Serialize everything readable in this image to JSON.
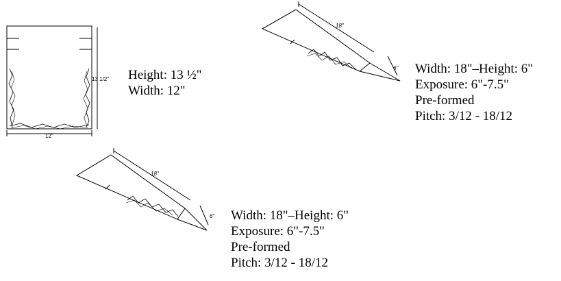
{
  "flat_piece": {
    "dim_side": "13 1/2\"",
    "dim_bottom": "12\"",
    "spec": {
      "height": "Height: 13 ½\"",
      "width": "Width: 12\""
    }
  },
  "ridge_top": {
    "dim_length": "18\"",
    "dim_height": "6\"",
    "spec": {
      "line1": "Width: 18\"–Height: 6\"",
      "line2": "Exposure: 6\"-7.5\"",
      "line3": "Pre-formed",
      "line4": "Pitch: 3/12 - 18/12"
    }
  },
  "ridge_bottom": {
    "dim_length": "18\"",
    "dim_height": "6\"",
    "spec": {
      "line1": "Width: 18\"–Height: 6\"",
      "line2": "Exposure: 6\"-7.5\"",
      "line3": "Pre-formed",
      "line4": "Pitch: 3/12 - 18/12"
    }
  }
}
